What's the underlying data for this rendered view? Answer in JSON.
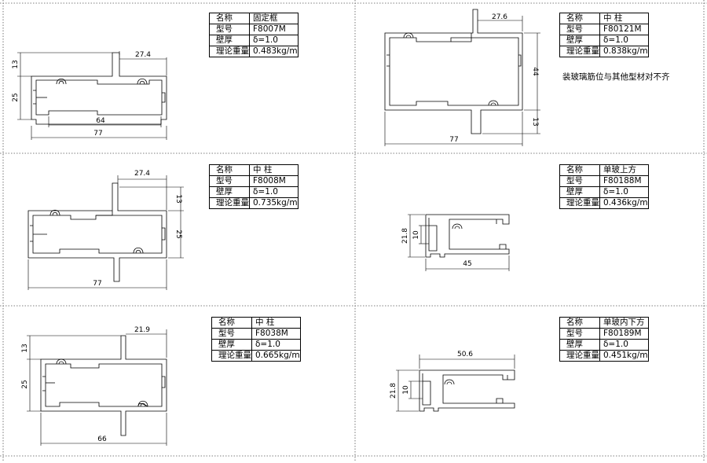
{
  "labels": {
    "name": "名称",
    "model": "型号",
    "wall": "壁厚",
    "weight": "理论重量"
  },
  "profiles": [
    {
      "name": "固定框",
      "model": "F8007M",
      "wall": "δ=1.0",
      "weight": "0.483kg/m",
      "dims": {
        "overall": "77",
        "inner": "64",
        "top": "27.4",
        "left_upper": "13",
        "left_lower": "25"
      }
    },
    {
      "name": "中 柱",
      "model": "F80121M",
      "wall": "δ=1.0",
      "weight": "0.838kg/m",
      "note": "装玻璃筋位与其他型材对不齐",
      "dims": {
        "top": "27.6",
        "right_upper": "44",
        "right_lower": "13",
        "overall": "77"
      }
    },
    {
      "name": "中 柱",
      "model": "F8008M",
      "wall": "δ=1.0",
      "weight": "0.735kg/m",
      "dims": {
        "top": "27.4",
        "right_upper": "13",
        "right_lower": "25",
        "overall": "77"
      }
    },
    {
      "name": "单玻上方",
      "model": "F80188M",
      "wall": "δ=1.0",
      "weight": "0.436kg/m",
      "dims": {
        "outer": "21.8",
        "inner": "10",
        "width": "45"
      }
    },
    {
      "name": "中 柱",
      "model": "F8038M",
      "wall": "δ=1.0",
      "weight": "0.665kg/m",
      "dims": {
        "top": "21.9",
        "left_upper": "13",
        "left_lower": "25",
        "overall": "66"
      }
    },
    {
      "name": "单玻内下方",
      "model": "F80189M",
      "wall": "δ=1.0",
      "weight": "0.451kg/m",
      "dims": {
        "width": "50.6",
        "outer": "21.8",
        "inner": "10"
      }
    }
  ]
}
